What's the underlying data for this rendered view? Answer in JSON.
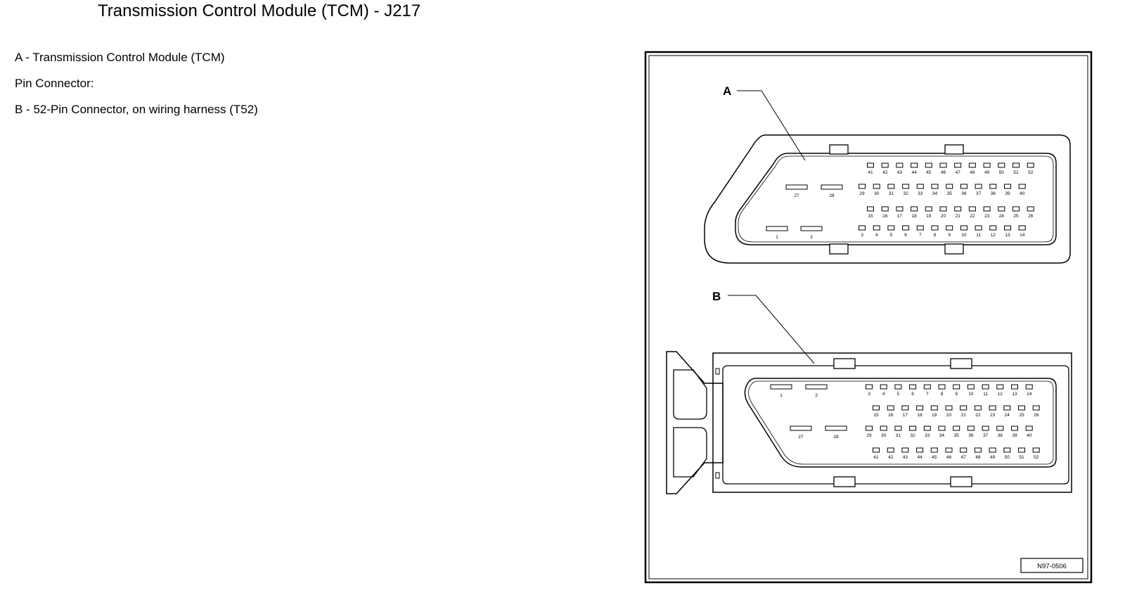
{
  "page": {
    "title": "Transmission Control Module (TCM) - J217"
  },
  "legend": {
    "item_a": "A - Transmission Control Module (TCM)",
    "section": "Pin Connector:",
    "item_b": "B - 52-Pin Connector, on wiring harness (T52)"
  },
  "diagram": {
    "callout_a": "A",
    "callout_b": "B",
    "reference": "N97-0506",
    "connector_a": {
      "large_pins": [
        {
          "label": "27"
        },
        {
          "label": "28"
        },
        {
          "label": "1"
        },
        {
          "label": "2"
        }
      ],
      "small_rows": [
        {
          "start": 41,
          "end": 52
        },
        {
          "start": 29,
          "end": 40
        },
        {
          "start": 15,
          "end": 26
        },
        {
          "start": 3,
          "end": 14
        }
      ]
    },
    "connector_b": {
      "large_pins": [
        {
          "label": "1"
        },
        {
          "label": "2"
        },
        {
          "label": "27"
        },
        {
          "label": "28"
        }
      ],
      "small_rows": [
        {
          "start": 3,
          "end": 14
        },
        {
          "start": 15,
          "end": 26
        },
        {
          "start": 29,
          "end": 40
        },
        {
          "start": 41,
          "end": 52
        }
      ]
    }
  }
}
